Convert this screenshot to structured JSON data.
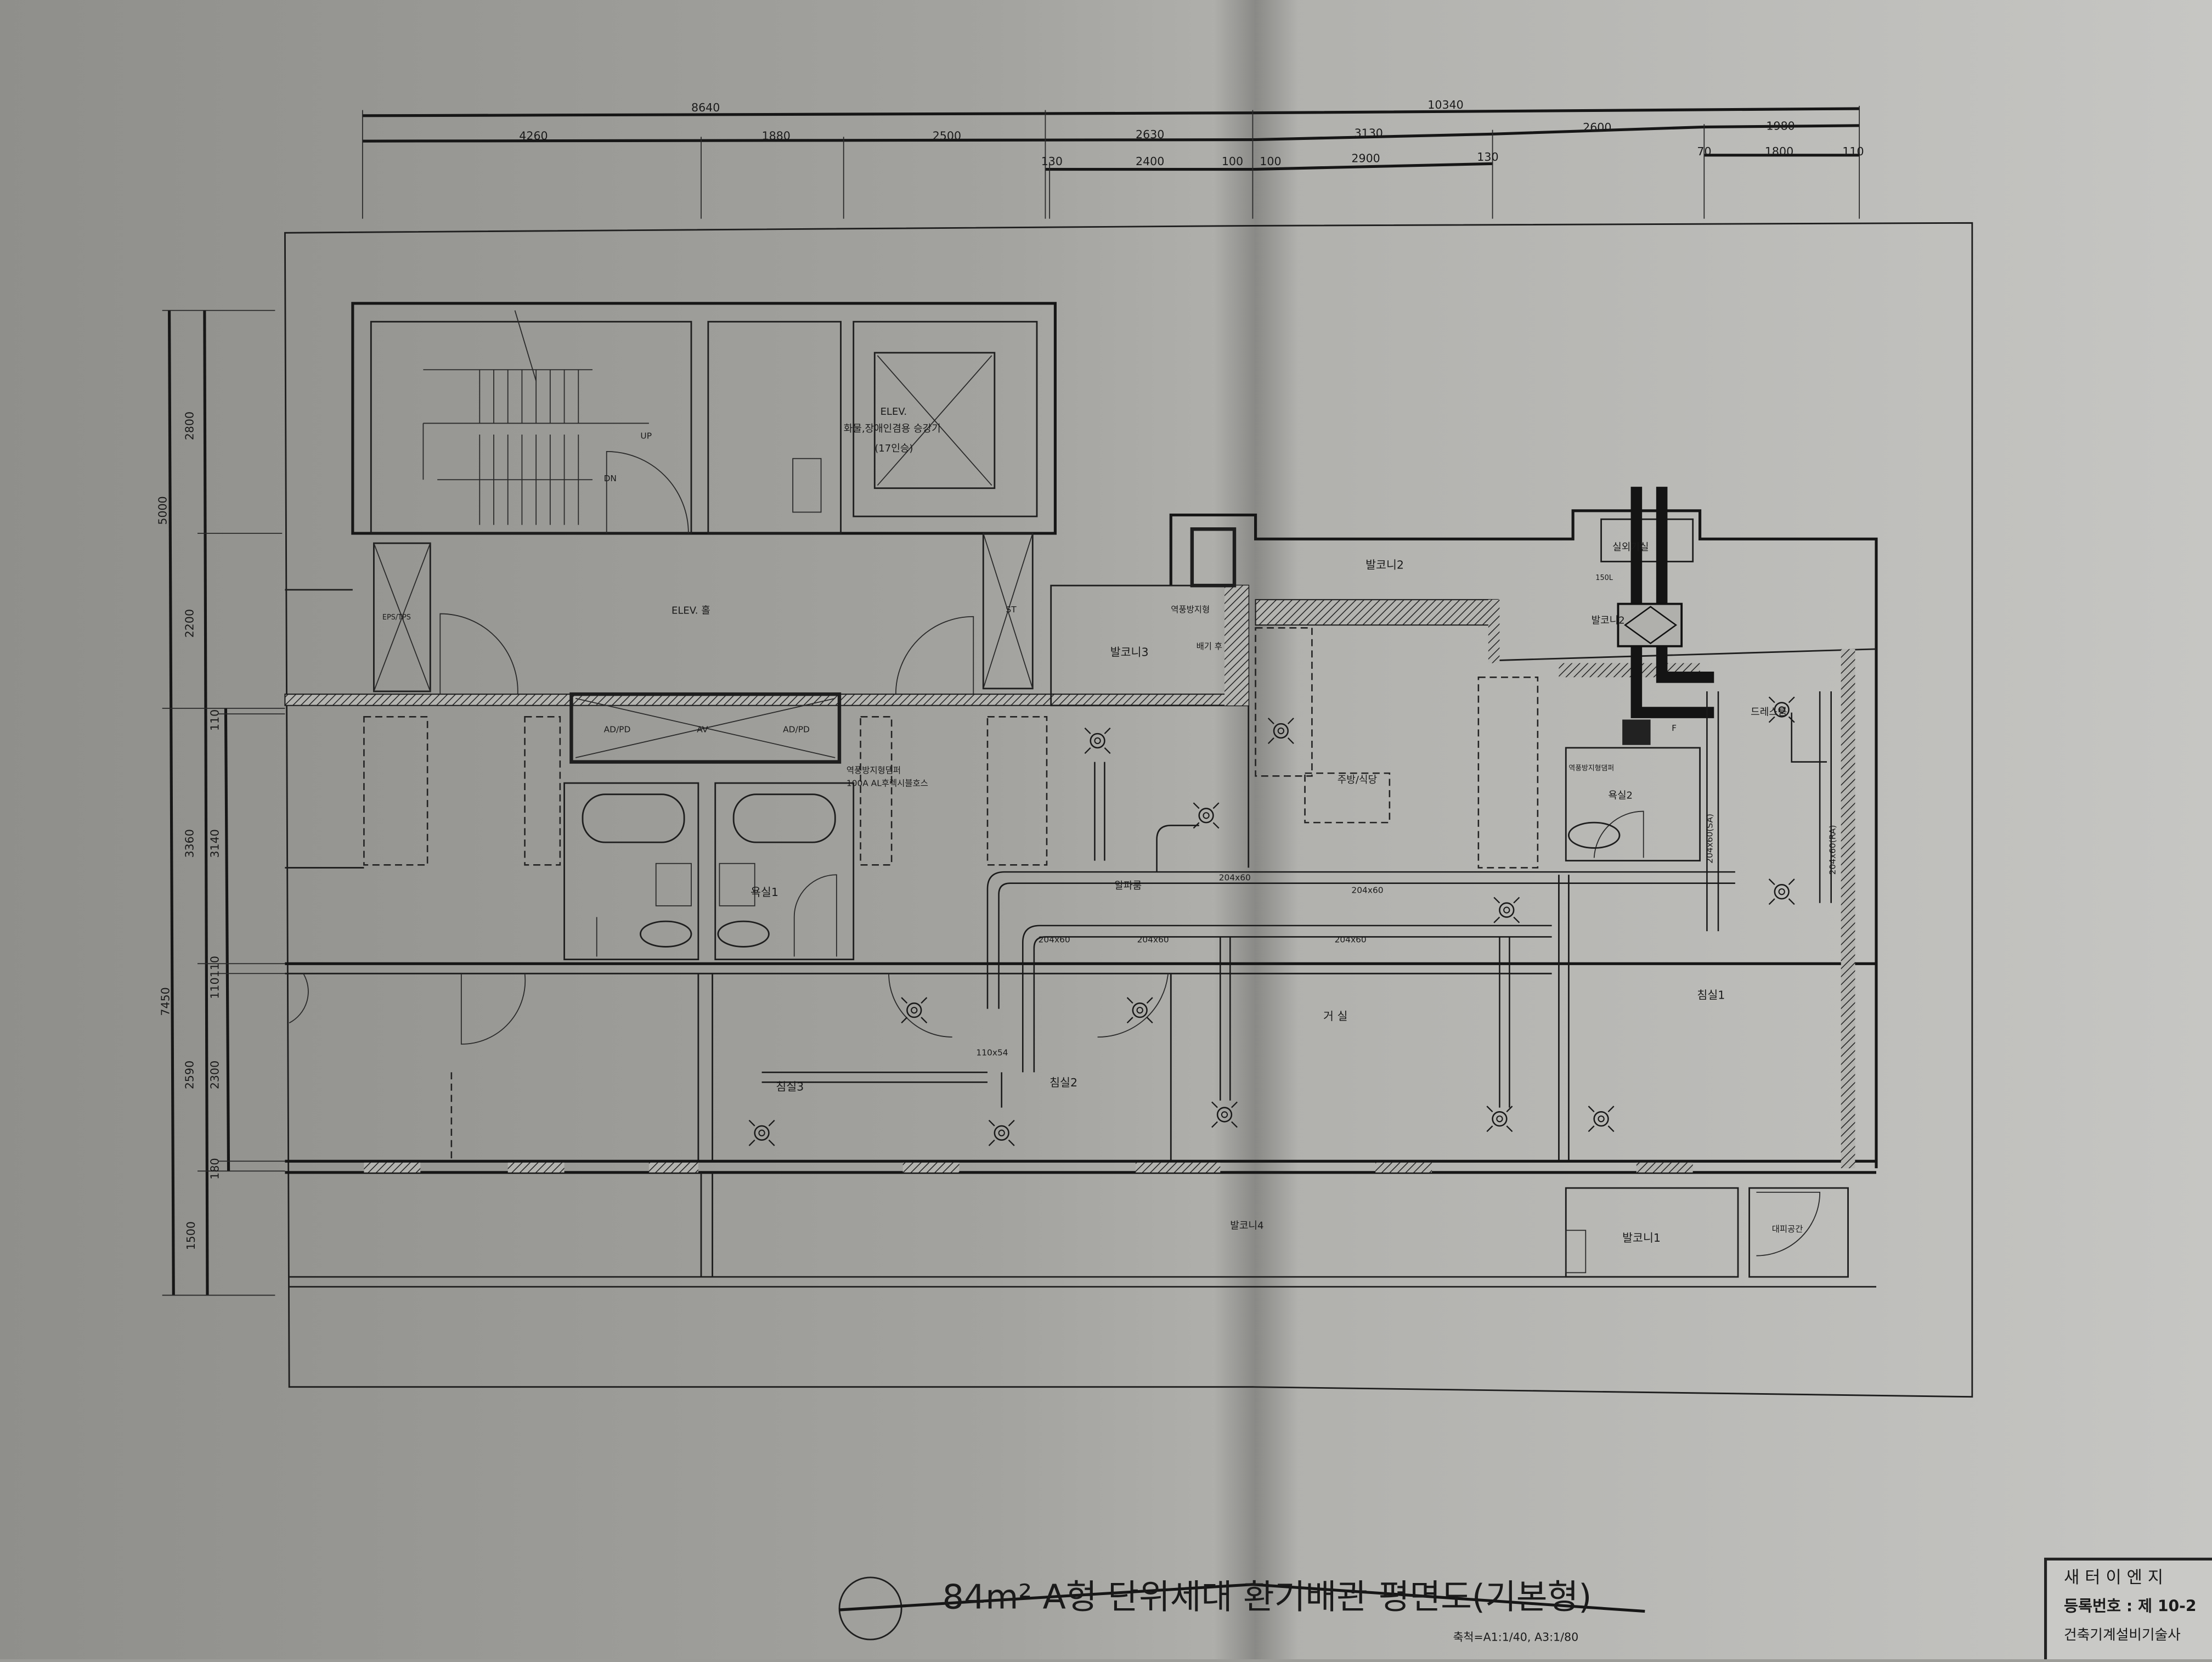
{
  "title": "84m² A형 단위세대 환기배관 평면도(기본형)",
  "scale": "축척=A1:1/40, A3:1/80",
  "stamp": [
    "새 터 이 엔 지",
    "등록번호 : 제 10-2",
    "건축기계설비기술사"
  ],
  "dimensions": {
    "top_overall": [
      "8640",
      "10340"
    ],
    "top_mid": [
      "4260",
      "1880",
      "2500",
      "2630",
      "3130",
      "2600",
      "1980"
    ],
    "top_detail": [
      "130",
      "2400",
      "100",
      "100",
      "2900",
      "130",
      "70",
      "1800",
      "110"
    ],
    "left_outer": [
      "5000",
      "7450"
    ],
    "left_mid": [
      "2800",
      "2200",
      "3360",
      "2590",
      "1500"
    ],
    "left_inner": [
      "110",
      "3140",
      "110110",
      "2300",
      "180"
    ]
  },
  "core": {
    "elev_hall": "ELEV. 홀",
    "elev": "ELEV.",
    "elev_desc": "화물,장애인겸용 승강기",
    "elev_capacity": "(17인승)",
    "up": "UP",
    "dn": "DN",
    "eps_tps": "EPS/TPS",
    "st": "ST",
    "adpd_left": "AD/PD",
    "adpd_right": "AD/PD",
    "av": "AV"
  },
  "rooms": {
    "bath1": "욕실1",
    "bath2": "욕실2",
    "balcony1": "발코니1",
    "balcony2_top": "발코니2",
    "balcony2_hrv": "발코니2",
    "balcony3": "발코니3",
    "balcony4": "발코니4",
    "alpha_room": "알파룸",
    "kitchen": "주방/식당",
    "living": "거 실",
    "bedroom1": "침실1",
    "bedroom2": "침실2",
    "bedroom3": "침실3",
    "dress_room": "드레스룸",
    "outdoor_unit": "실외기실",
    "refuge": "대피공간"
  },
  "annotations": {
    "damper_bath": "역풍방지형댐퍼",
    "flex_hose": "100A AL후렉시블호스",
    "damper_balcony": "역풍방지형",
    "exhaust": "배기 후",
    "damper_bath2": "역풍방지형댐퍼",
    "duct_a": "204x60",
    "duct_b": "204x60",
    "duct_c": "204x60",
    "duct_d": "204x60",
    "duct_e": "204x60",
    "duct_sa": "204x60(SA)",
    "duct_ra": "204x60(RA)",
    "duct_small": "110x54",
    "boiler": "150L",
    "fan": "F"
  }
}
